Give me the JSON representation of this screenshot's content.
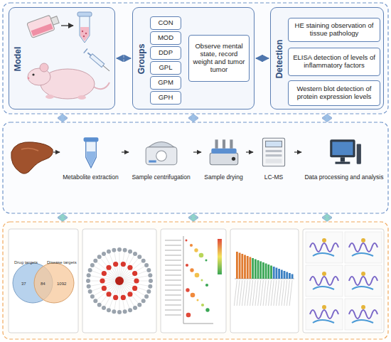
{
  "diagram": {
    "nodes": [
      {
        "text": [
          "Model"
        ]
      },
      {
        "text": [
          "Groups"
        ]
      },
      {
        "text": [
          "CON"
        ],
        "in": 1
      },
      {
        "text": [
          "MOD"
        ],
        "in": 1
      },
      {
        "text": [
          "DDP"
        ],
        "in": 1
      },
      {
        "text": [
          "GPL"
        ],
        "in": 1
      },
      {
        "text": [
          "GPM"
        ],
        "in": 1
      },
      {
        "text": [
          "GPH"
        ],
        "in": 1
      },
      {
        "text": [
          "Observe mental state, record weight and tumor tumor"
        ],
        "in": 1
      },
      {
        "text": [
          "Detection"
        ]
      },
      {
        "text": [
          "HE staining observation of tissue pathology"
        ],
        "in": 9
      },
      {
        "text": [
          "ELISA detection of levels of inflammatory factors"
        ],
        "in": 9
      },
      {
        "text": [
          "Western blot detection of protein expression levels"
        ],
        "in": 9
      },
      {
        "text": [
          "Metabolite extraction"
        ]
      },
      {
        "text": [
          "Sample centrifugation"
        ]
      },
      {
        "text": [
          "Sample drying"
        ]
      },
      {
        "text": [
          "LC-MS"
        ]
      },
      {
        "text": [
          "Data processing and analysis"
        ]
      }
    ],
    "edges": [
      {
        "from": 0,
        "to": 1,
        "arrow": "both"
      },
      {
        "from": 1,
        "to": 9,
        "arrow": "both"
      },
      {
        "from": 13,
        "to": 14,
        "arrow": "to"
      },
      {
        "from": 14,
        "to": 15,
        "arrow": "to"
      },
      {
        "from": 15,
        "to": 16,
        "arrow": "to"
      },
      {
        "from": 16,
        "to": 17,
        "arrow": "to"
      }
    ],
    "labels": [
      "Drug targets",
      "Disease targets",
      "37",
      "84",
      "1092"
    ]
  }
}
